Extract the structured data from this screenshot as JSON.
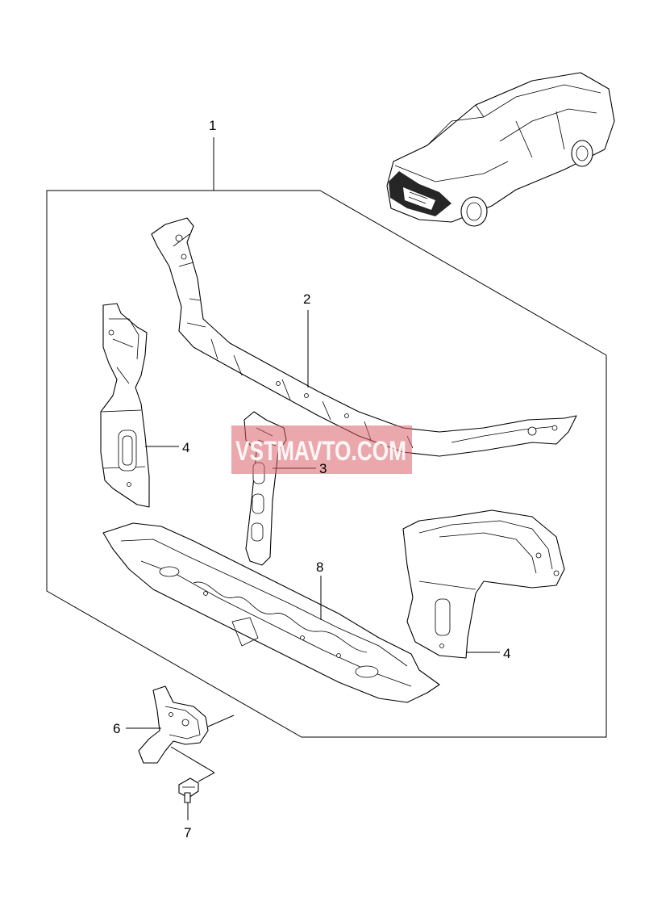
{
  "callouts": {
    "c1": "1",
    "c2": "2",
    "c3": "3",
    "c4a": "4",
    "c4b": "4",
    "c6": "6",
    "c7": "7",
    "c8": "8"
  },
  "watermark": {
    "text": "VSTMAVTO.COM",
    "color": "#d9606a"
  },
  "colors": {
    "line": "#000000",
    "background": "#ffffff"
  }
}
